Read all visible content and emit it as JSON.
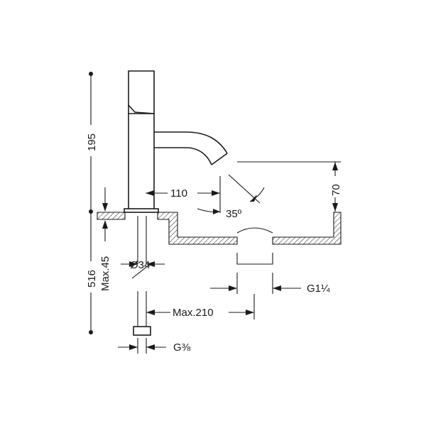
{
  "dimensions": {
    "total_height": "516",
    "body_height": "195",
    "max_deck_thickness": "Max.45",
    "spout_reach": "110",
    "spout_angle": "35º",
    "spout_clearance": "70",
    "base_diameter": "Ø34",
    "max_hose_length": "Max.210",
    "waste_thread": "G1¼",
    "supply_thread": "G⅜"
  }
}
